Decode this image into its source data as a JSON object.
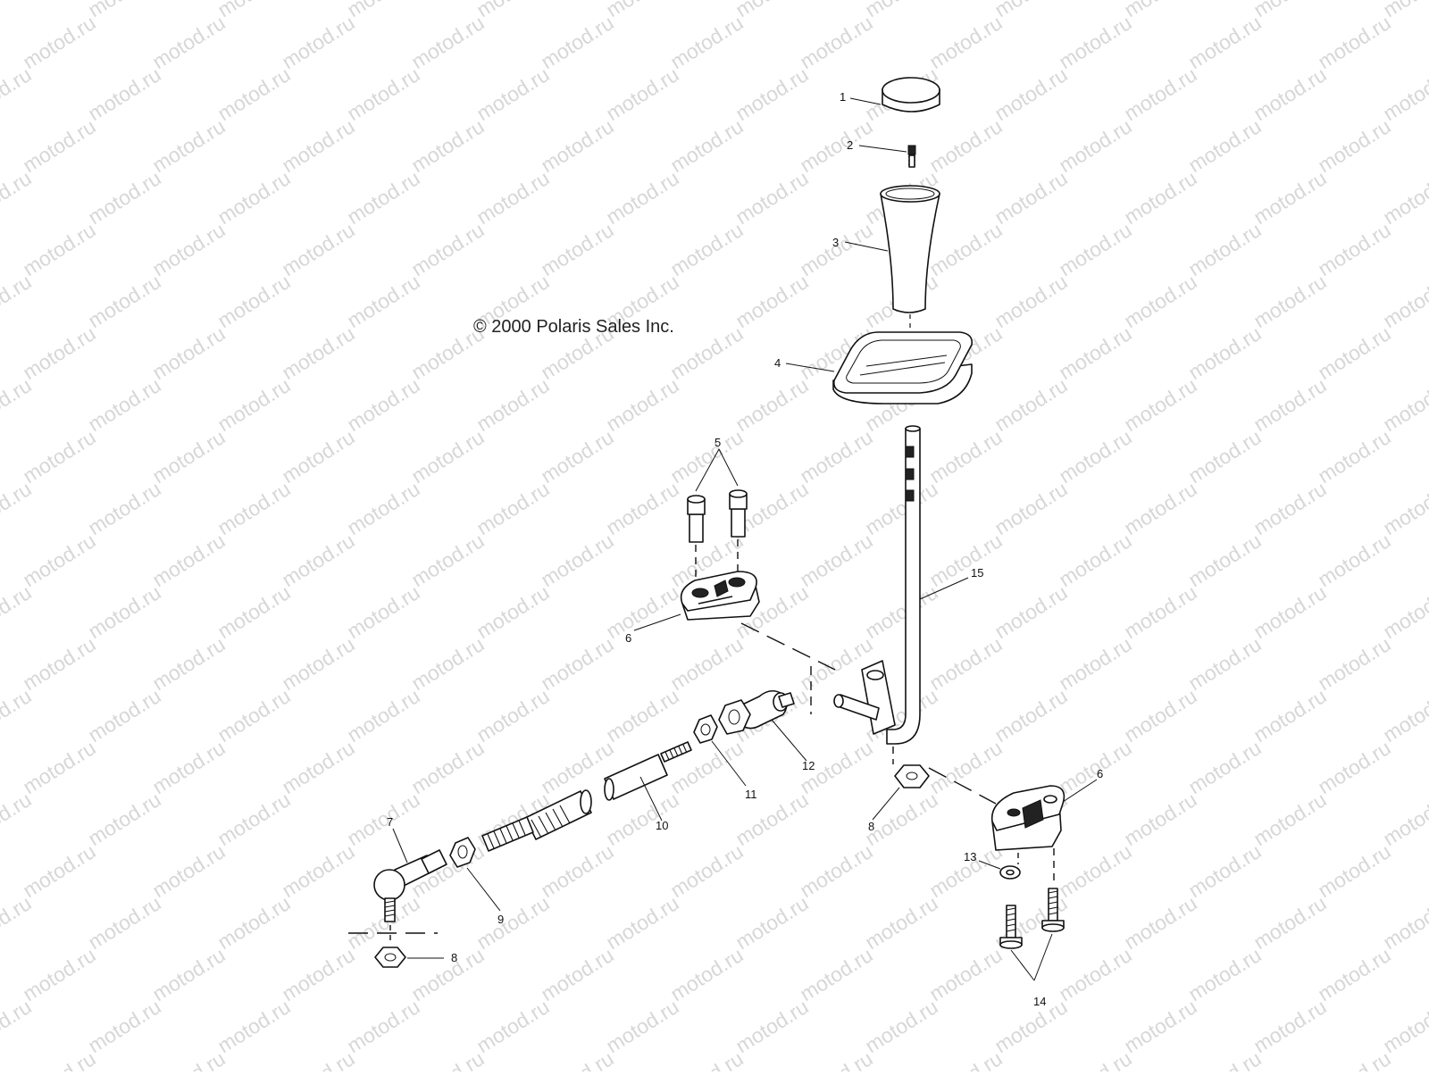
{
  "watermark": "motod.ru",
  "copyright": "© 2000 Polaris Sales Inc.",
  "callouts": {
    "c1": "1",
    "c2": "2",
    "c3": "3",
    "c4": "4",
    "c5": "5",
    "c6a": "6",
    "c6b": "6",
    "c7": "7",
    "c8a": "8",
    "c8b": "8",
    "c9": "9",
    "c10": "10",
    "c11": "11",
    "c12": "12",
    "c13": "13",
    "c14": "14",
    "c15": "15"
  }
}
